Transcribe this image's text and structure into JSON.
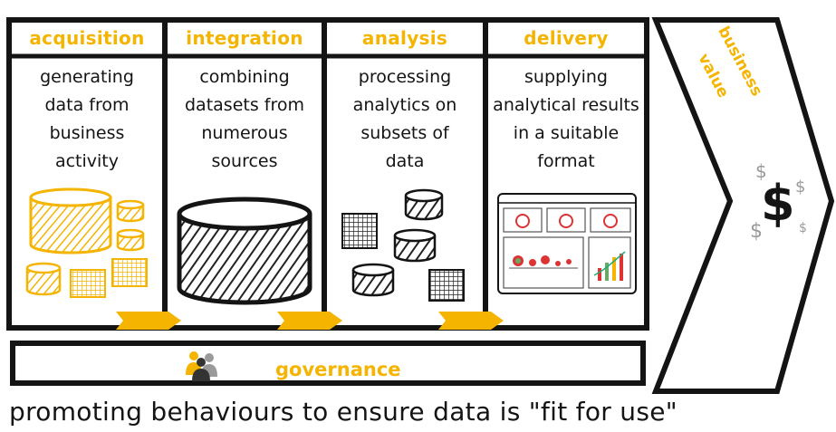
{
  "stages": [
    {
      "title": "acquisition",
      "description": "generating data from business activity"
    },
    {
      "title": "integration",
      "description": "combining datasets from numerous sources"
    },
    {
      "title": "analysis",
      "description": "processing analytics on subsets of data"
    },
    {
      "title": "delivery",
      "description": "supplying analytical results in a suitable format"
    }
  ],
  "business_value": {
    "line1": "business",
    "line2": "value",
    "symbol": "$"
  },
  "governance": {
    "label": "governance"
  },
  "tagline": "promoting behaviours to ensure data is \"fit for use\"",
  "colors": {
    "accent": "#f4b400",
    "ink": "#141414",
    "grey": "#9a9a9a"
  }
}
